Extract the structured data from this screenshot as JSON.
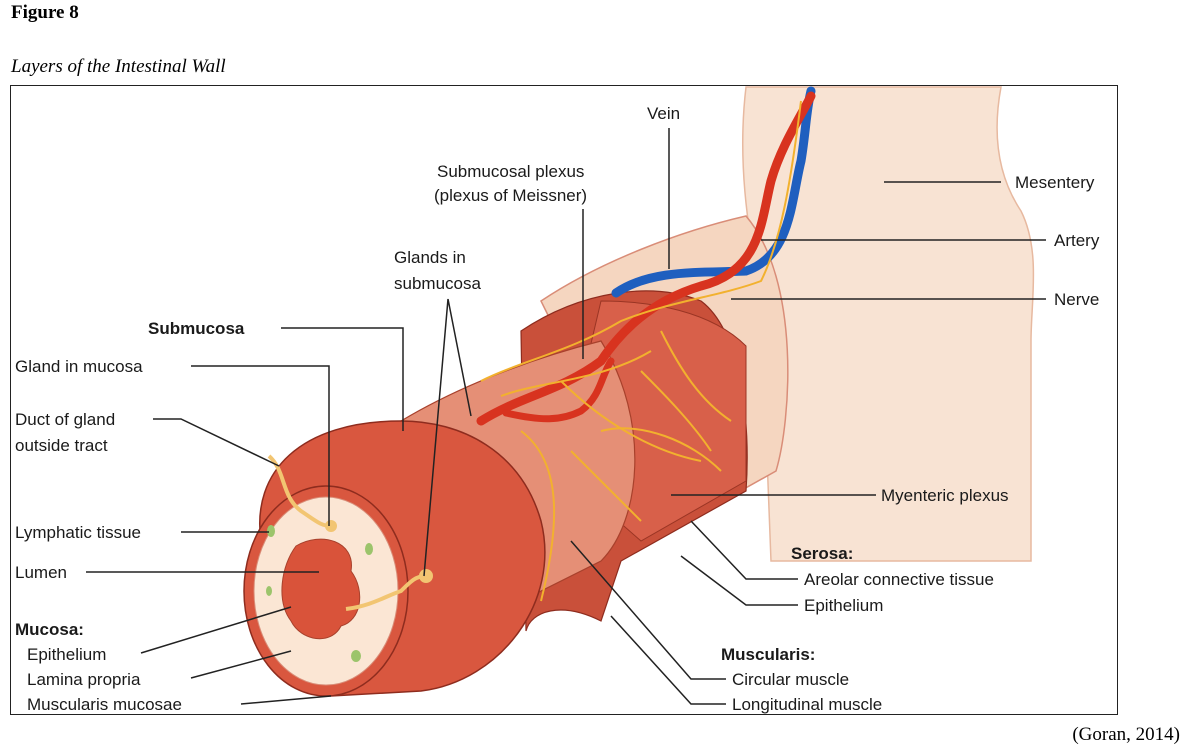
{
  "figure_number": "Figure 8",
  "figure_title": "Layers of the Intestinal Wall",
  "credit": "(Goran, 2014)",
  "colors": {
    "muscle": "#d9573f",
    "muscle_dark": "#b8402c",
    "serosa": "#f6d9c4",
    "mucosa": "#fbe6d4",
    "artery": "#d8331f",
    "vein": "#1f5fbf",
    "nerve": "#f2b12e"
  },
  "labels": {
    "vein": "Vein",
    "submucosal_plexus_1": "Submucosal plexus",
    "submucosal_plexus_2": "(plexus of Meissner)",
    "mesentery": "Mesentery",
    "artery": "Artery",
    "nerve": "Nerve",
    "glands_submucosa_1": "Glands in",
    "glands_submucosa_2": "submucosa",
    "submucosa": "Submucosa",
    "gland_in_mucosa": "Gland in mucosa",
    "duct_1": "Duct of gland",
    "duct_2": "outside tract",
    "myenteric_plexus": "Myenteric plexus",
    "lymphatic_tissue": "Lymphatic tissue",
    "lumen": "Lumen",
    "serosa_heading": "Serosa:",
    "areolar": "Areolar connective tissue",
    "serosa_epithelium": "Epithelium",
    "mucosa_heading": "Mucosa:",
    "mucosa_epithelium": "Epithelium",
    "lamina_propria": "Lamina propria",
    "muscularis_mucosae": "Muscularis mucosae",
    "muscularis_heading": "Muscularis:",
    "circular_muscle": "Circular muscle",
    "longitudinal_muscle": "Longitudinal muscle"
  }
}
